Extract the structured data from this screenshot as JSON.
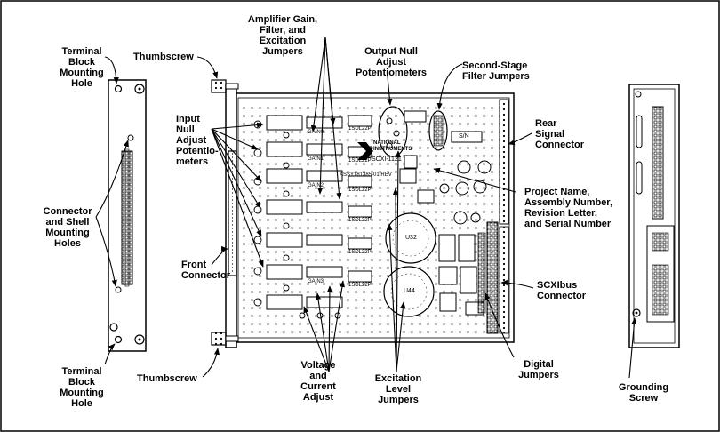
{
  "labels": {
    "terminal_block_top": "Terminal\nBlock\nMounting\nHole",
    "thumbscrew_top": "Thumbscrew",
    "amplifier": "Amplifier Gain,\nFilter, and\nExcitation\nJumpers",
    "output_null": "Output Null\nAdjust\nPotentiometers",
    "second_stage": "Second-Stage\nFilter Jumpers",
    "rear_signal": "Rear\nSignal\nConnector",
    "input_null": "Input\nNull\nAdjust\nPotentio-\nmeters",
    "connector_shell": "Connector\nand Shell\nMounting\nHoles",
    "front_connector": "Front\nConnector",
    "project_name": "Project Name,\nAssembly Number,\nRevision Letter,\nand Serial Number",
    "scxibus": "SCXIbus\nConnector",
    "terminal_block_bottom": "Terminal\nBlock\nMounting\nHole",
    "thumbscrew_bottom": "Thumbscrew",
    "voltage_current": "Voltage\nand\nCurrent\nAdjust",
    "excitation_level": "Excitation\nLevel\nJumpers",
    "digital_jumpers": "Digital\nJumpers",
    "grounding_screw": "Grounding\nScrew"
  },
  "board_text": {
    "logo": "NATIONAL\nINSTRUMENTS",
    "model": "SCXI-1121",
    "sn": "S/N",
    "u32": "U32",
    "u44": "U44",
    "ssdl_1": "1SDL22P",
    "ssdl_2": "1SDL22P",
    "ssdl_3": "1SDL22P",
    "ssdl_4": "1SDL22P",
    "ssdl_5": "1SDL22P",
    "ssdl_6": "1SDL22P",
    "gain_1": "GAIN0",
    "gain_2": "GAIN1",
    "gain_3": "GAIN2",
    "gain_4": "GAIN3",
    "assy": "ASSY181385-01 REV"
  },
  "colors": {
    "ink": "#000000",
    "background": "#ffffff"
  }
}
